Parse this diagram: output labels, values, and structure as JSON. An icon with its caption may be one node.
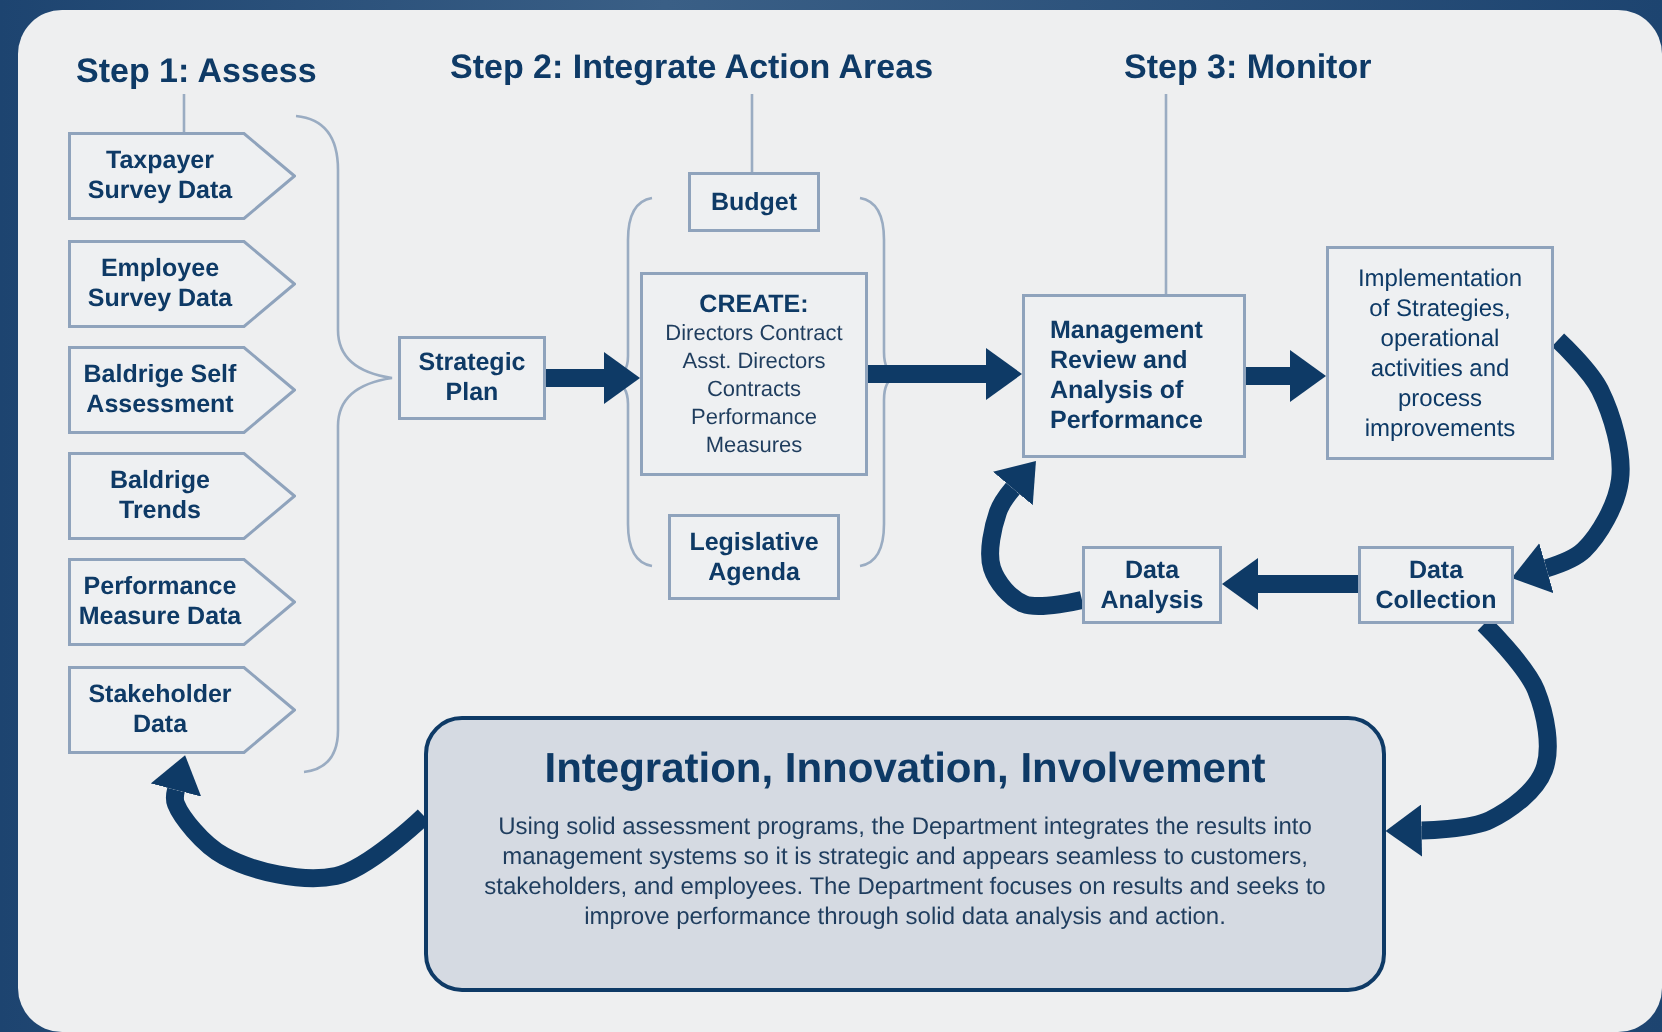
{
  "diagram": {
    "nodes": [
      {
        "text": [
          "Taxpayer Survey Data"
        ]
      },
      {
        "text": [
          "Employee Survey Data"
        ]
      },
      {
        "text": [
          "Baldrige Self Assessment"
        ]
      },
      {
        "text": [
          "Baldrige Trends"
        ]
      },
      {
        "text": [
          "Performance Measure Data"
        ]
      },
      {
        "text": [
          "Stakeholder Data"
        ]
      },
      {
        "text": [
          "Strategic Plan"
        ]
      },
      {
        "text": [
          "Budget"
        ]
      },
      {
        "text": [
          "CREATE:",
          "Directors Contract Asst. Directors Contracts Performance Measures"
        ]
      },
      {
        "text": [
          "Legislative Agenda"
        ]
      },
      {
        "text": [
          "Management Review and Analysis of Performance"
        ]
      },
      {
        "text": [
          "Implementation of Strategies, operational activities and process improvements"
        ]
      },
      {
        "text": [
          "Data Analysis"
        ]
      },
      {
        "text": [
          "Data Collection"
        ]
      },
      {
        "text": [
          "Integration, Innovation, Involvement",
          "Using solid assessment programs, the Department integrates the results into management systems so it is strategic and appears seamless to customers, stakeholders, and employees. The Department focuses on results and seeks to improve performance through solid data analysis and action."
        ]
      }
    ],
    "edges": [
      {
        "from": 6,
        "to": 8,
        "arrow": "to"
      },
      {
        "from": 8,
        "to": 10,
        "arrow": "to"
      },
      {
        "from": 10,
        "to": 11,
        "arrow": "to"
      },
      {
        "from": 11,
        "to": 13,
        "arrow": "to"
      },
      {
        "from": 13,
        "to": 12,
        "arrow": "to"
      },
      {
        "from": 12,
        "to": 10,
        "arrow": "to"
      },
      {
        "from": 13,
        "to": 14,
        "arrow": "to"
      },
      {
        "from": 14,
        "to": 5,
        "arrow": "to"
      }
    ],
    "labels": [
      "Step 1: Assess",
      "Step 2: Integrate Action Areas",
      "Step 3: Monitor"
    ]
  }
}
